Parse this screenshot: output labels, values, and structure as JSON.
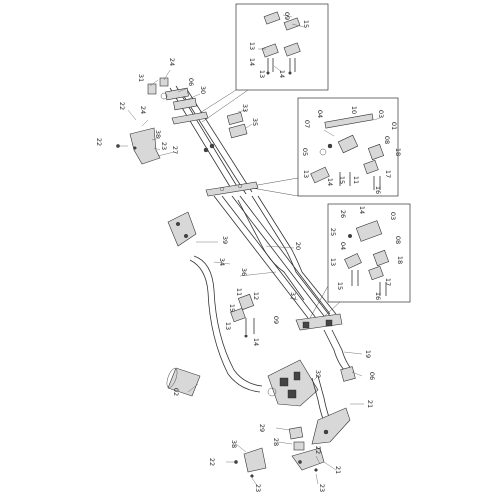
{
  "figure": {
    "callouts": [
      {
        "id": "c-09-top",
        "text": "09"
      },
      {
        "id": "c-15-top",
        "text": "15"
      },
      {
        "id": "c-13-top",
        "text": "13"
      },
      {
        "id": "c-14-top",
        "text": "14"
      },
      {
        "id": "c-13-top2",
        "text": "13"
      },
      {
        "id": "c-14-top2",
        "text": "14"
      },
      {
        "id": "c-31",
        "text": "31"
      },
      {
        "id": "c-24-a",
        "text": "24"
      },
      {
        "id": "c-06-a",
        "text": "06"
      },
      {
        "id": "c-30",
        "text": "30"
      },
      {
        "id": "c-22-a",
        "text": "22"
      },
      {
        "id": "c-24-b",
        "text": "24"
      },
      {
        "id": "c-38-a",
        "text": "38"
      },
      {
        "id": "c-23-a",
        "text": "23"
      },
      {
        "id": "c-22-b",
        "text": "22"
      },
      {
        "id": "c-27",
        "text": "27"
      },
      {
        "id": "c-33",
        "text": "33"
      },
      {
        "id": "c-35",
        "text": "35"
      },
      {
        "id": "c-07",
        "text": "07"
      },
      {
        "id": "c-04-a",
        "text": "04"
      },
      {
        "id": "c-10",
        "text": "10"
      },
      {
        "id": "c-03-a",
        "text": "03"
      },
      {
        "id": "c-01",
        "text": "01"
      },
      {
        "id": "c-05",
        "text": "05"
      },
      {
        "id": "c-08-a",
        "text": "08"
      },
      {
        "id": "c-18-a",
        "text": "18"
      },
      {
        "id": "c-13-mid",
        "text": "13"
      },
      {
        "id": "c-14-mid",
        "text": "14"
      },
      {
        "id": "c-15-mid",
        "text": "15"
      },
      {
        "id": "c-11-mid",
        "text": "11"
      },
      {
        "id": "c-17-a",
        "text": "17"
      },
      {
        "id": "c-16-a",
        "text": "16"
      },
      {
        "id": "c-26",
        "text": "26"
      },
      {
        "id": "c-14-r",
        "text": "14"
      },
      {
        "id": "c-03-b",
        "text": "03"
      },
      {
        "id": "c-25",
        "text": "25"
      },
      {
        "id": "c-04-b",
        "text": "04"
      },
      {
        "id": "c-08-b",
        "text": "08"
      },
      {
        "id": "c-13-r",
        "text": "13"
      },
      {
        "id": "c-18-b",
        "text": "18"
      },
      {
        "id": "c-17-b",
        "text": "17"
      },
      {
        "id": "c-15-r",
        "text": "15"
      },
      {
        "id": "c-16-b",
        "text": "16"
      },
      {
        "id": "c-39",
        "text": "39"
      },
      {
        "id": "c-20",
        "text": "20"
      },
      {
        "id": "c-36",
        "text": "36"
      },
      {
        "id": "c-34",
        "text": "34"
      },
      {
        "id": "c-11-l",
        "text": "11"
      },
      {
        "id": "c-12",
        "text": "12"
      },
      {
        "id": "c-37",
        "text": "37"
      },
      {
        "id": "c-15-l",
        "text": "15"
      },
      {
        "id": "c-09-l",
        "text": "09"
      },
      {
        "id": "c-13-l",
        "text": "13"
      },
      {
        "id": "c-14-l",
        "text": "14"
      },
      {
        "id": "c-19",
        "text": "19"
      },
      {
        "id": "c-02",
        "text": "02"
      },
      {
        "id": "c-32",
        "text": "32"
      },
      {
        "id": "c-06-b",
        "text": "06"
      },
      {
        "id": "c-21-a",
        "text": "21"
      },
      {
        "id": "c-29",
        "text": "29"
      },
      {
        "id": "c-28",
        "text": "28"
      },
      {
        "id": "c-38-b",
        "text": "38"
      },
      {
        "id": "c-22-c",
        "text": "22"
      },
      {
        "id": "c-23-b",
        "text": "23"
      },
      {
        "id": "c-21-b",
        "text": "21"
      },
      {
        "id": "c-22-d",
        "text": "22"
      },
      {
        "id": "c-23-c",
        "text": "23"
      }
    ]
  }
}
